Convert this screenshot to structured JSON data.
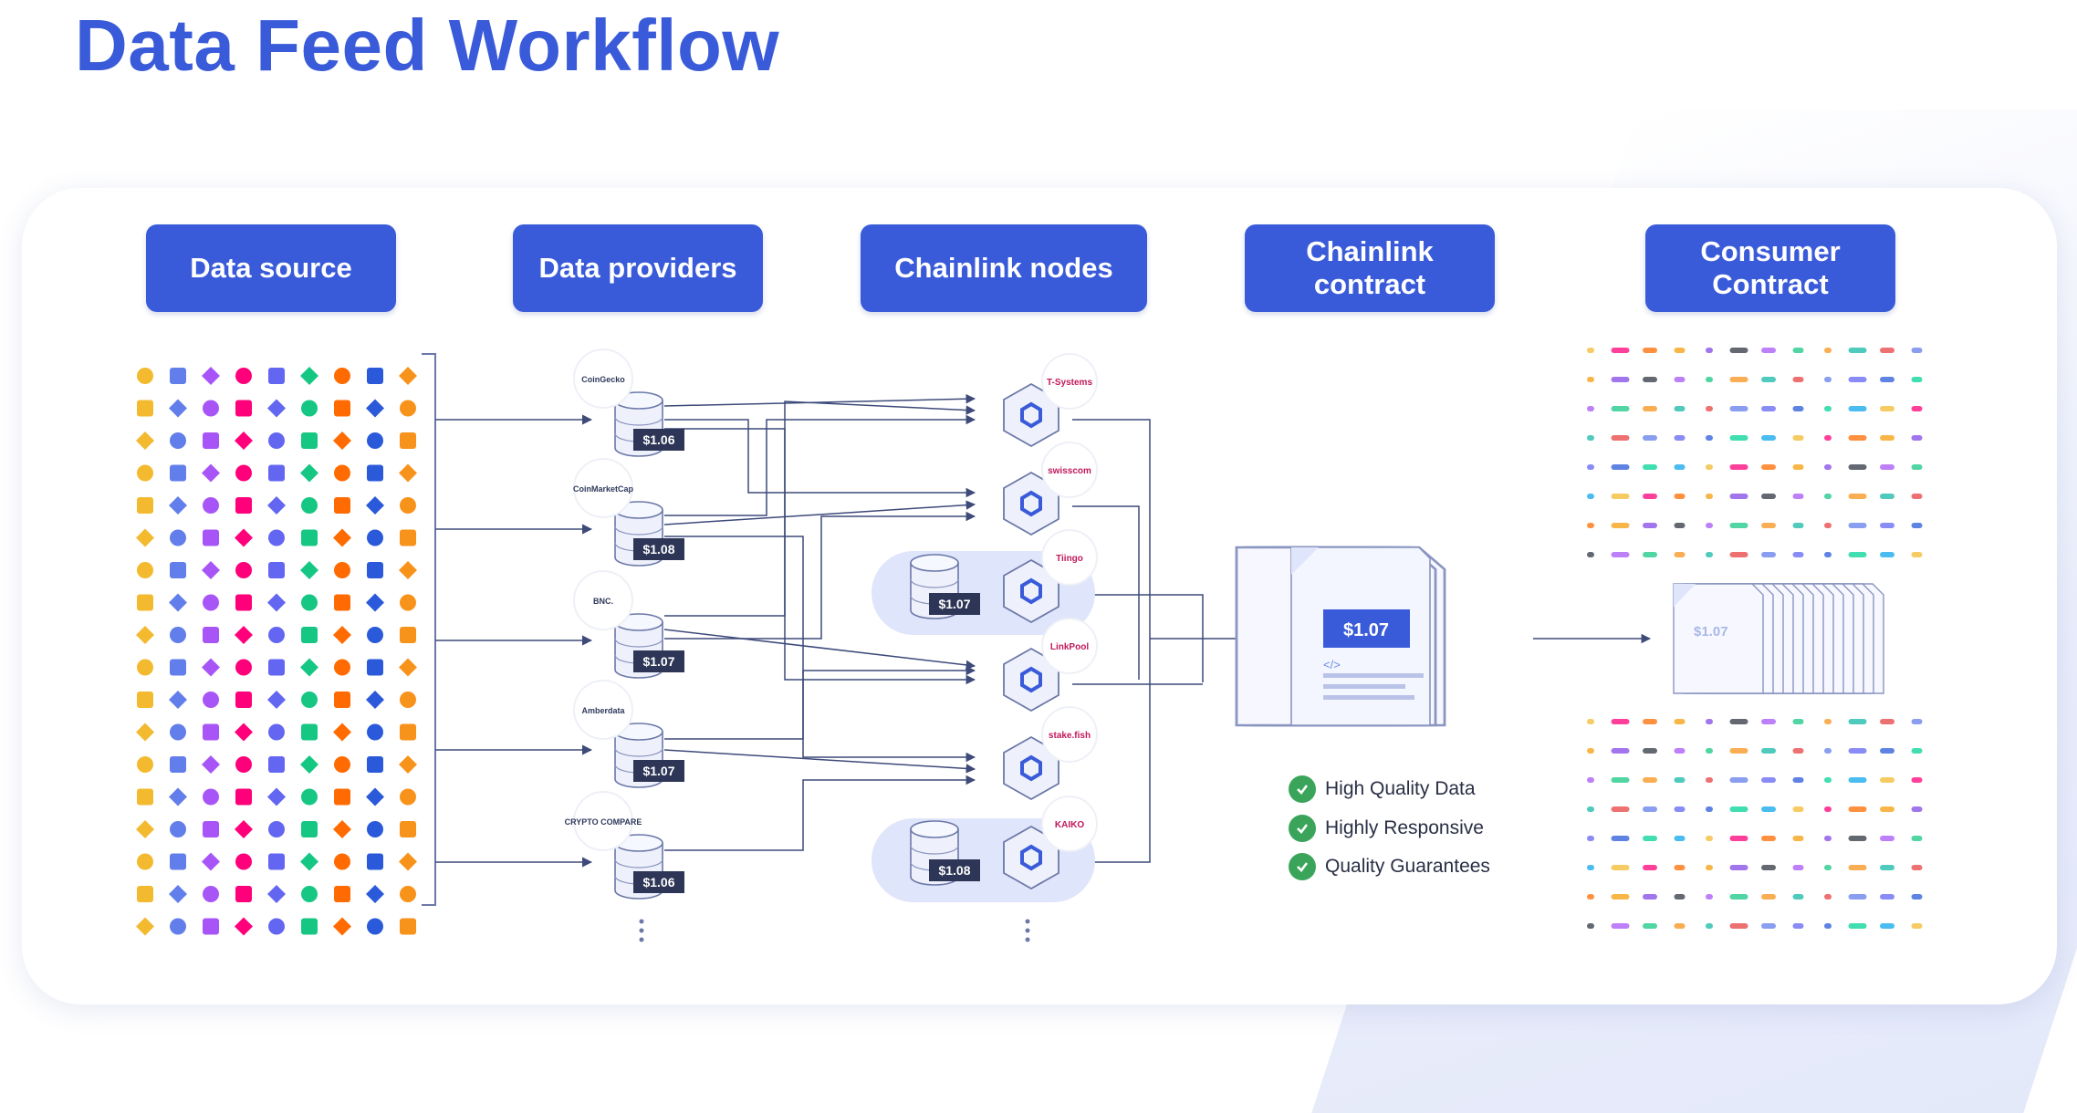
{
  "title": "Data Feed Workflow",
  "stages": [
    {
      "label": "Data source"
    },
    {
      "label": "Data providers"
    },
    {
      "label": "Chainlink nodes"
    },
    {
      "label": "Chainlink\ncontract"
    },
    {
      "label": "Consumer\nContract"
    }
  ],
  "providers": [
    {
      "name": "CoinGecko",
      "price": "$1.06"
    },
    {
      "name": "CoinMarketCap",
      "price": "$1.08"
    },
    {
      "name": "BNC.",
      "price": "$1.07"
    },
    {
      "name": "Amberdata",
      "price": "$1.07"
    },
    {
      "name": "CRYPTO COMPARE",
      "price": "$1.06"
    }
  ],
  "nodes": [
    {
      "name": "T-Systems",
      "price": ""
    },
    {
      "name": "swisscom",
      "price": ""
    },
    {
      "name": "Tiingo",
      "price": "$1.07"
    },
    {
      "name": "LinkPool",
      "price": ""
    },
    {
      "name": "stake.fish",
      "price": ""
    },
    {
      "name": "KAIKO",
      "price": "$1.08"
    }
  ],
  "contract": {
    "price": "$1.07",
    "code": "</>"
  },
  "consumer": {
    "price": "$1.07"
  },
  "qualities": [
    "High Quality Data",
    "Highly Responsive",
    "Quality Guarantees"
  ],
  "colors": {
    "accent": "#3a5bd9",
    "line": "#3d4a7a",
    "price_tag": "#2d3656",
    "check": "#3aa55a"
  }
}
